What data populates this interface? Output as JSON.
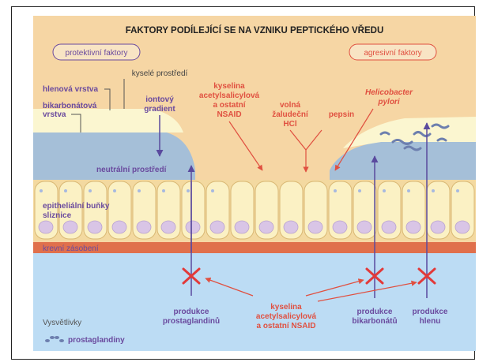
{
  "title": "FAKTORY PODÍLEJÍCÍ SE NA VZNIKU PEPTICKÉHO VŘEDU",
  "left_badge": "protektivní faktory",
  "right_badge": "agresivní faktory",
  "labels": {
    "acid_env": "kyselé prostředí",
    "mucus_layer": "hlenová vrstva",
    "bicarb_1": "bikarbonátová",
    "bicarb_2": "vrstva",
    "ion_1": "iontový",
    "ion_2": "gradient",
    "neutral": "neutrální prostředí",
    "epi_1": "epitheliální buňky",
    "epi_2": "sliznice",
    "blood": "krevní zásobení",
    "asa_1": "kyselina",
    "asa_2": "acetylsalicylová",
    "asa_3": "a ostatní",
    "asa_4": "NSAID",
    "hcl_1": "volná",
    "hcl_2": "žaludeční",
    "hcl_3": "HCl",
    "pepsin": "pepsin",
    "hp_1": "Helicobacter",
    "hp_2": "pylori",
    "pg_1": "produkce",
    "pg_2": "prostaglandinů",
    "nsaid_b1": "kyselina",
    "nsaid_b2": "acetylsalicylová",
    "nsaid_b3": "a ostatní NSAID",
    "bic_1": "produkce",
    "bic_2": "bikarbonátů",
    "muc_1": "produkce",
    "muc_2": "hlenu"
  },
  "legend": {
    "title": "Vysvětlivky",
    "item": "prostaglandiny"
  },
  "colors": {
    "background_top": "#f6d6a4",
    "cells": "#fbf1c4",
    "nucleus": "#d9c5e6",
    "blood": "#e0704c",
    "lower": "#bcdcf4",
    "mucus": "#fbf6d0",
    "bicarb": "#a5bfd8",
    "protect_text": "#6a4a9e",
    "aggress_text": "#e05040",
    "cross": "#e23a3a"
  }
}
